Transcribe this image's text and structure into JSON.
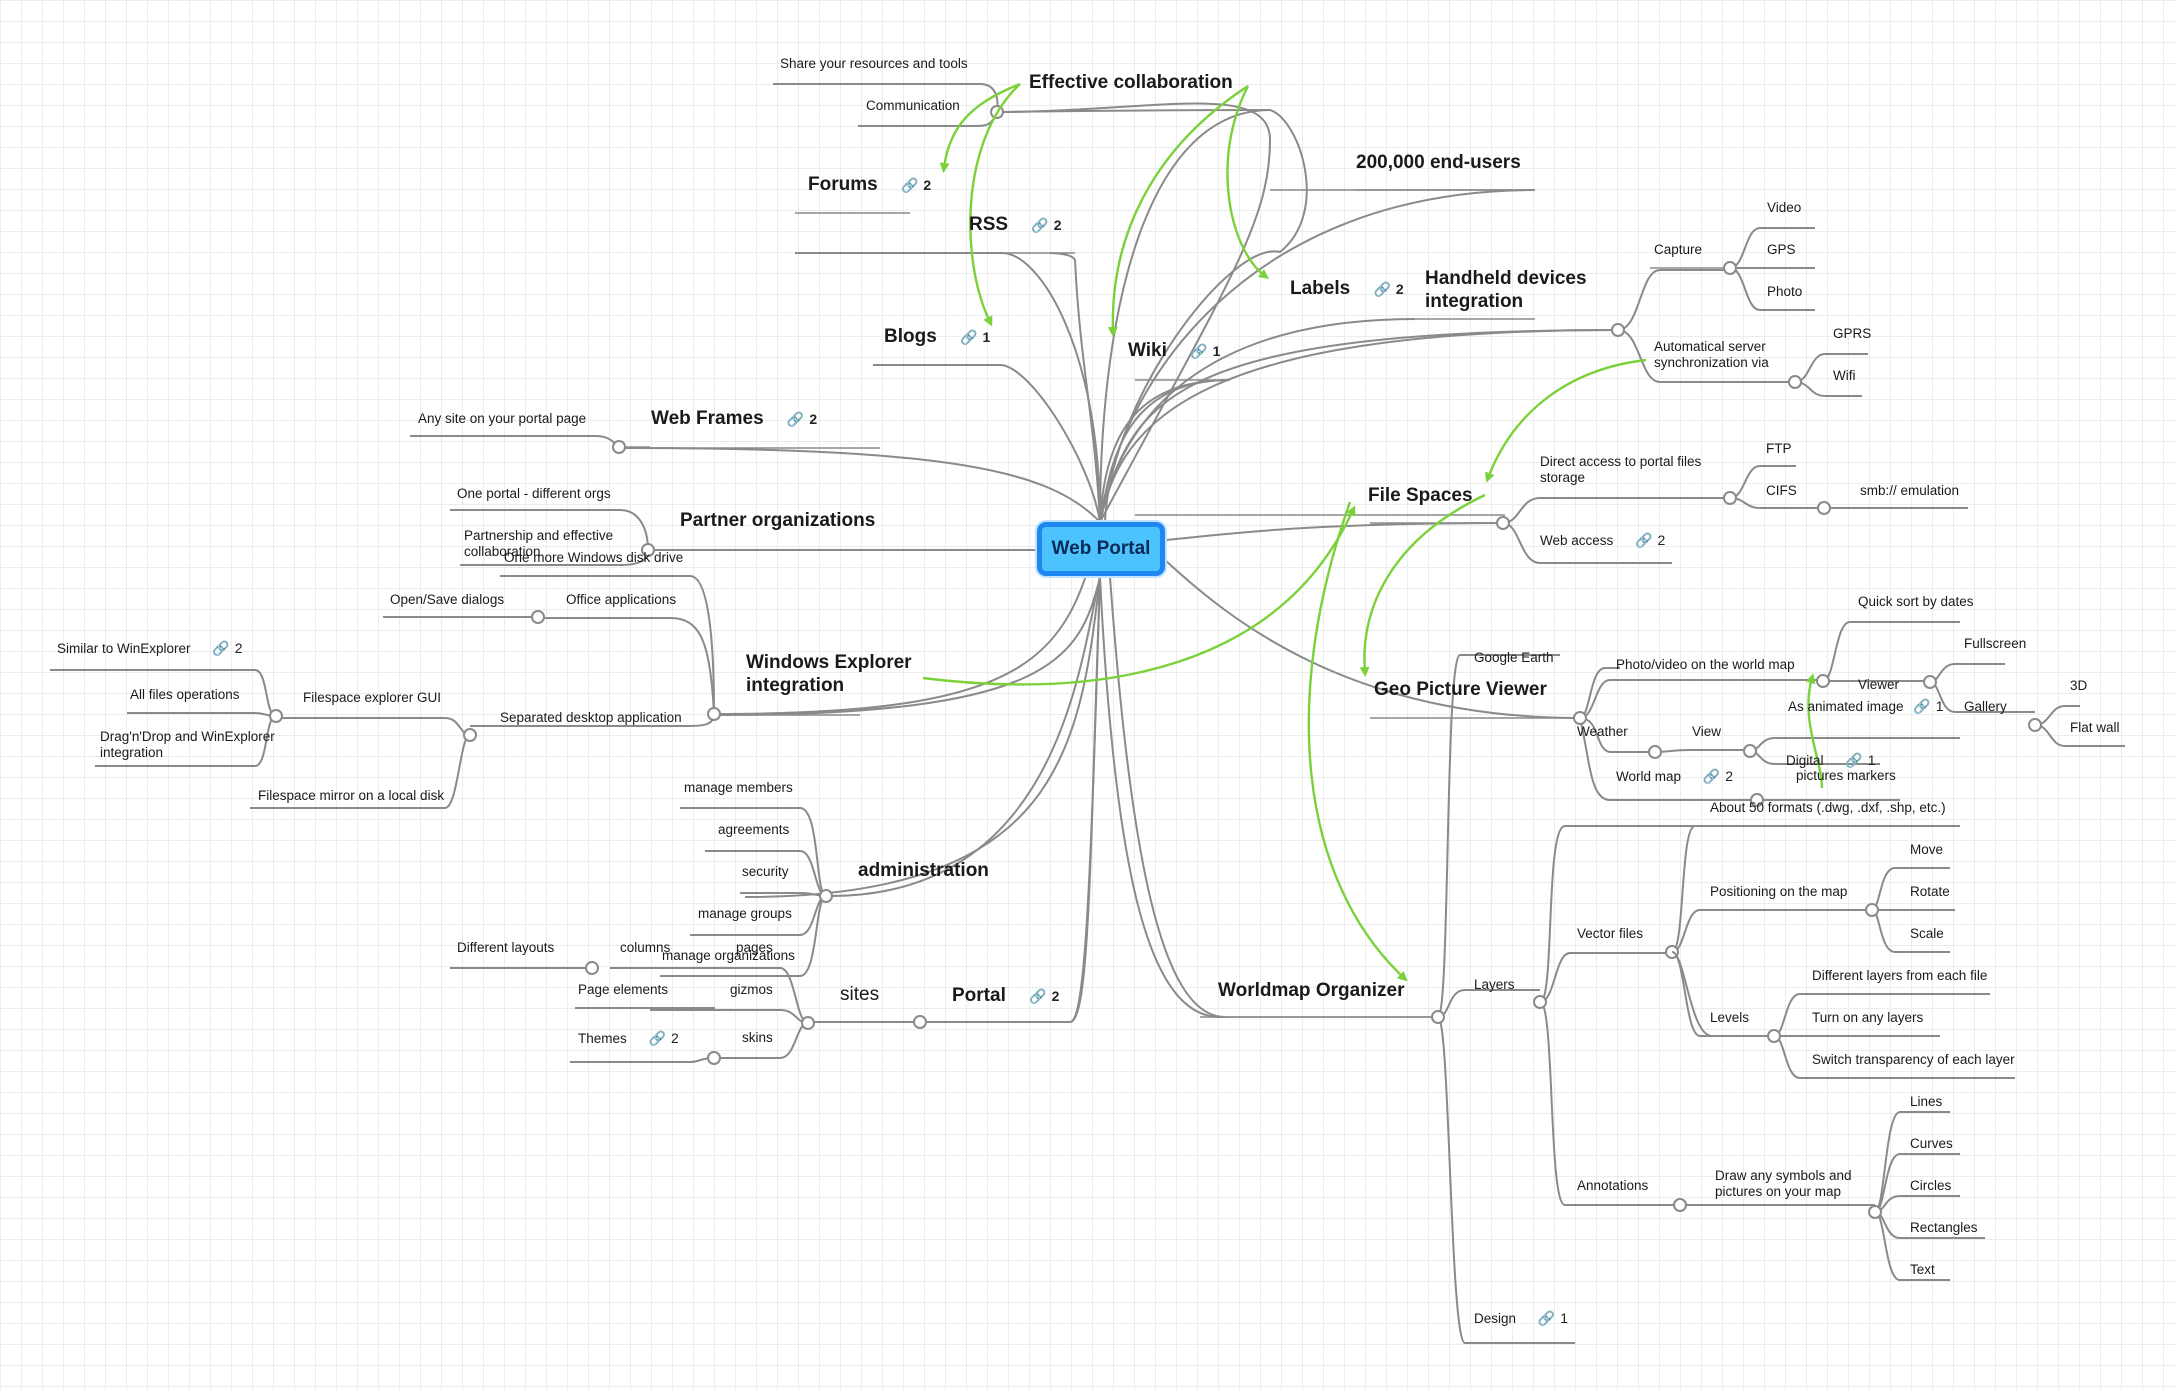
{
  "root": {
    "label": "Web Portal"
  },
  "colors": {
    "root_fill": "#4cc3ff",
    "root_border": "#1e88f0",
    "relation": "#7bd13a",
    "branch": "#8a8a8a"
  },
  "icons": {
    "link": "link-icon"
  },
  "topics": {
    "effective_collaboration": "Effective collaboration",
    "share_resources": "Share your resources and tools",
    "communication": "Communication",
    "forums": "Forums",
    "forums_links": "2",
    "rss": "RSS",
    "rss_links": "2",
    "blogs": "Blogs",
    "blogs_links": "1",
    "wiki": "Wiki",
    "wiki_links": "1",
    "end_users": "200,000 end-users",
    "labels": "Labels",
    "labels_links": "2",
    "handheld": "Handheld devices integration",
    "capture": "Capture",
    "video": "Video",
    "gps": "GPS",
    "photo": "Photo",
    "auto_sync": "Automatical server synchronization via",
    "gprs": "GPRS",
    "wifi": "Wifi",
    "web_frames": "Web Frames",
    "web_frames_links": "2",
    "any_site": "Any site on your portal page",
    "partner_orgs": "Partner organizations",
    "one_portal": "One portal - different orgs",
    "partnership": "Partnership and effective collaboration",
    "file_spaces": "File Spaces",
    "direct_access": "Direct access to portal files storage",
    "ftp": "FTP",
    "cifs": "CIFS",
    "smb": "smb:// emulation",
    "web_access": "Web access",
    "web_access_links": "2",
    "win_explorer": "Windows Explorer integration",
    "one_more_disk": "One more Windows disk drive",
    "office_apps": "Office applications",
    "open_save": "Open/Save dialogs",
    "separated_desktop": "Separated desktop application",
    "filespace_gui": "Filespace explorer GUI",
    "similar_winexplorer": "Similar to WinExplorer",
    "similar_links": "2",
    "all_files_ops": "All files operations",
    "drag_drop": "Drag'n'Drop and WinExplorer integration",
    "filespace_mirror": "Filespace mirror on a local disk",
    "geo_viewer": "Geo Picture Viewer",
    "google_earth": "Google Earth",
    "photo_video_map": "Photo/video on the world map",
    "quick_sort": "Quick sort by dates",
    "viewer": "Viewer",
    "fullscreen": "Fullscreen",
    "as_animated": "As animated image",
    "as_animated_links": "1",
    "gallery": "Gallery",
    "three_d": "3D",
    "flat_wall": "Flat wall",
    "weather": "Weather",
    "view": "View",
    "digital": "Digital",
    "digital_links": "1",
    "world_map": "World map",
    "world_map_links": "2",
    "pictures_markers": "pictures markers",
    "administration": "administration",
    "manage_members": "manage members",
    "agreements": "agreements",
    "security": "security",
    "manage_groups": "manage groups",
    "manage_orgs": "manage organizations",
    "portal": "Portal",
    "portal_links": "2",
    "sites": "sites",
    "pages": "pages",
    "columns": "columns",
    "different_layouts": "Different layouts",
    "gizmos": "gizmos",
    "page_elements": "Page elements",
    "skins": "skins",
    "themes": "Themes",
    "themes_links": "2",
    "worldmap_organizer": "Worldmap Organizer",
    "layers": "Layers",
    "about_50": "About 50 formats (.dwg, .dxf, .shp, etc.)",
    "vector_files": "Vector files",
    "positioning": "Positioning on the map",
    "move": "Move",
    "rotate": "Rotate",
    "scale": "Scale",
    "levels": "Levels",
    "different_layers": "Different layers from each file",
    "turn_on": "Turn on any layers",
    "switch_transparency": "Switch transparency of each layer",
    "annotations": "Annotations",
    "draw_symbols": "Draw any symbols and pictures on your map",
    "lines": "Lines",
    "curves": "Curves",
    "circles": "Circles",
    "rectangles": "Rectangles",
    "text": "Text",
    "design": "Design",
    "design_links": "1"
  }
}
